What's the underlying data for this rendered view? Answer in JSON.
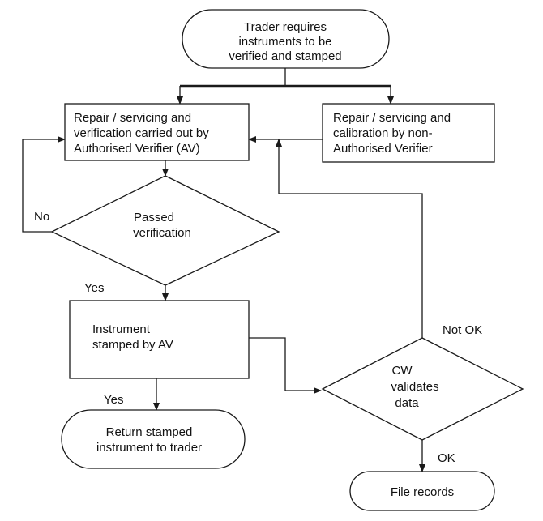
{
  "nodes": {
    "start": [
      "Trader requires",
      "instruments to be",
      "verified and stamped"
    ],
    "av_repair": [
      "Repair / servicing and",
      "verification carried out by",
      "Authorised Verifier (AV)"
    ],
    "non_av": [
      "Repair / servicing and",
      "calibration by non-",
      "Authorised Verifier"
    ],
    "passed": [
      "Passed",
      "verification"
    ],
    "stamped": [
      "Instrument",
      "stamped by AV"
    ],
    "return": [
      "Return stamped",
      "instrument to trader"
    ],
    "cw": [
      "CW",
      "validates",
      "data"
    ],
    "file": [
      "File records"
    ]
  },
  "edge_labels": {
    "no": "No",
    "yes_passed": "Yes",
    "yes_return": "Yes",
    "not_ok": "Not OK",
    "ok": "OK"
  }
}
